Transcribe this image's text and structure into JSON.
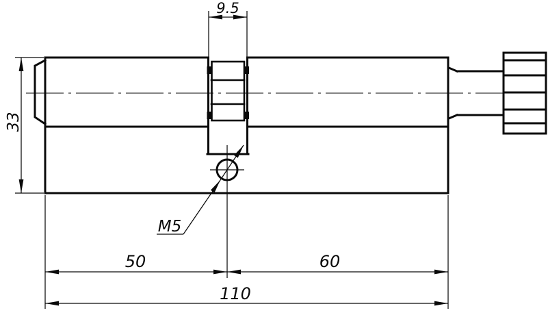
{
  "drawing": {
    "background_color": "#ffffff",
    "line_color": "#0a0a0a",
    "labels": {
      "slot_width": "9.5",
      "body_height": "33",
      "thread_callout": "M5",
      "left_span": "50",
      "right_span": "60",
      "total_length": "110"
    }
  }
}
